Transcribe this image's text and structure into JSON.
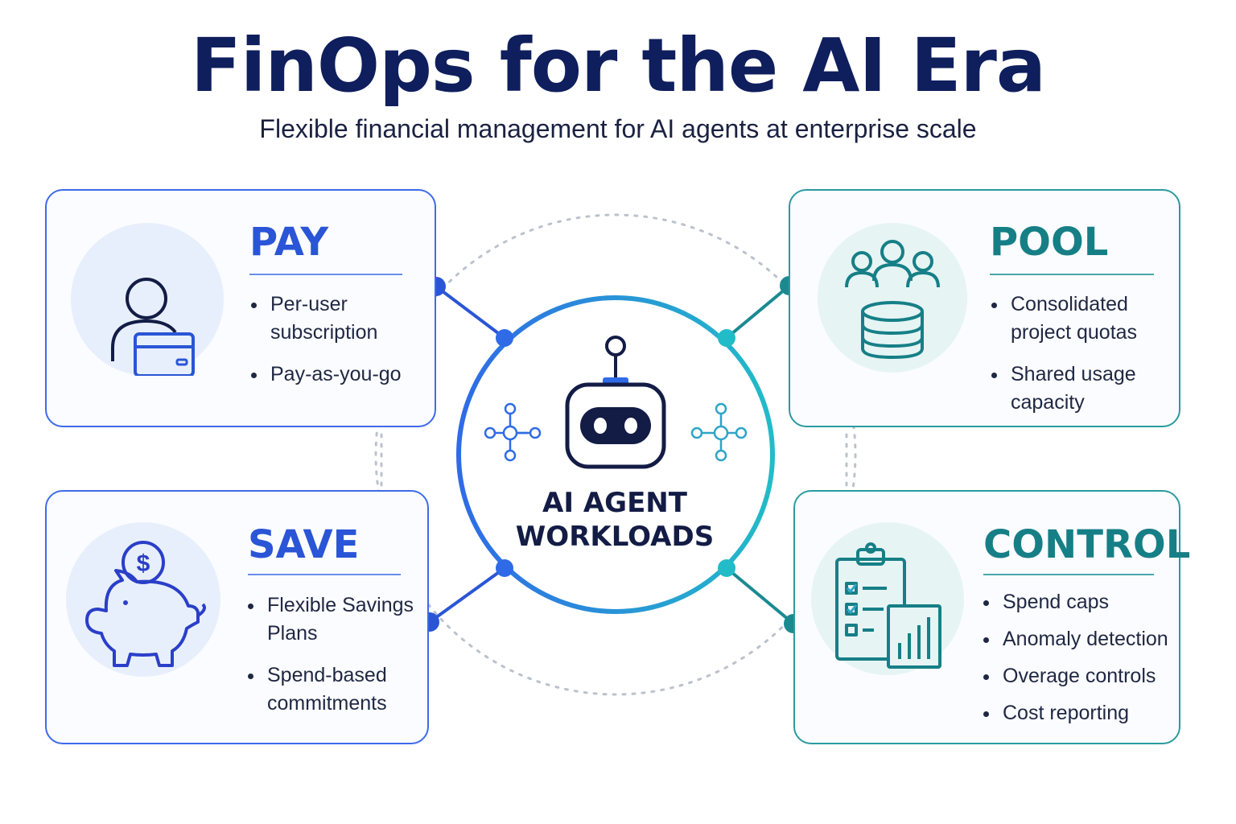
{
  "header": {
    "title": "FinOps for the AI Era",
    "subtitle": "Flexible financial management for AI agents at enterprise scale"
  },
  "center": {
    "line1": "AI AGENT",
    "line2": "WORKLOADS",
    "icon": "robot-icon"
  },
  "cards": {
    "pay": {
      "title": "PAY",
      "icon": "user-credit-card-icon",
      "items": [
        "Per-user subscription",
        "Pay-as-you-go"
      ]
    },
    "pool": {
      "title": "POOL",
      "icon": "group-database-icon",
      "items": [
        "Consolidated project quotas",
        "Shared usage capacity"
      ]
    },
    "save": {
      "title": "SAVE",
      "icon": "piggy-bank-icon",
      "items": [
        "Flexible Savings Plans",
        "Spend-based commitments"
      ]
    },
    "control": {
      "title": "CONTROL",
      "icon": "clipboard-chart-icon",
      "items": [
        "Spend caps",
        "Anomaly detection",
        "Overage controls",
        "Cost reporting"
      ]
    }
  },
  "colors": {
    "navy": "#0f1e5c",
    "blue": "#2a55d6",
    "teal": "#167f86",
    "cyan": "#22bcc8"
  }
}
